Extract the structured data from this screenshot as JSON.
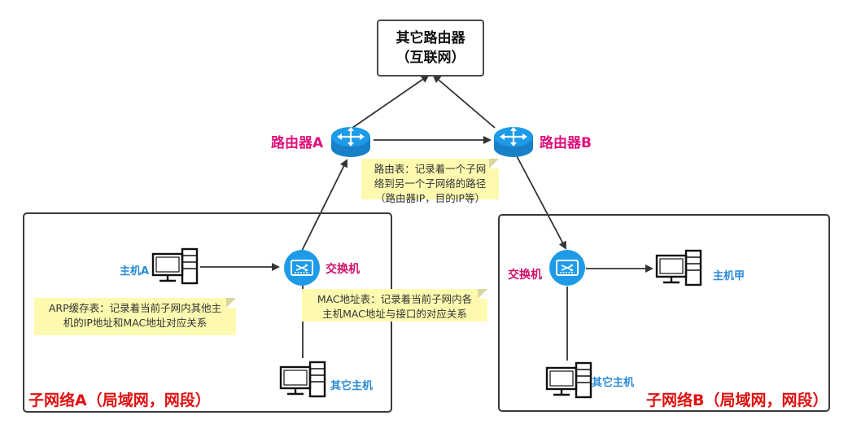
{
  "top_router": {
    "line1": "其它路由器",
    "line2": "（互联网）"
  },
  "router_a": {
    "label": "路由器A"
  },
  "router_b": {
    "label": "路由器B"
  },
  "subnet_a": {
    "title": "子网络A（局域网，网段）",
    "host_label": "主机A",
    "switch_label": "交换机",
    "other_host_label": "其它主机"
  },
  "subnet_b": {
    "title": "子网络B（局域网，网段）",
    "host_label": "主机甲",
    "switch_label": "交换机",
    "other_host_label": "其它主机"
  },
  "notes": {
    "routing_table": {
      "line1": "路由表：记录着一个子网",
      "line2": "络到另一个子网络的路径",
      "line3": "（路由器IP，目的IP等）"
    },
    "mac_table": {
      "line1": "MAC地址表：记录着当前子网内各",
      "line2": "主机MAC地址与接口的对应关系"
    },
    "arp_cache": {
      "line1": "ARP缓存表：记录着当前子网内其他主",
      "line2": "机的IP地址和MAC地址对应关系"
    }
  },
  "colors": {
    "device_blue": "#1e9be8",
    "subnet_title": "#e01010",
    "router_label": "#e0107a",
    "host_label": "#2a8bd8",
    "note_bg": "#fdfab0"
  }
}
